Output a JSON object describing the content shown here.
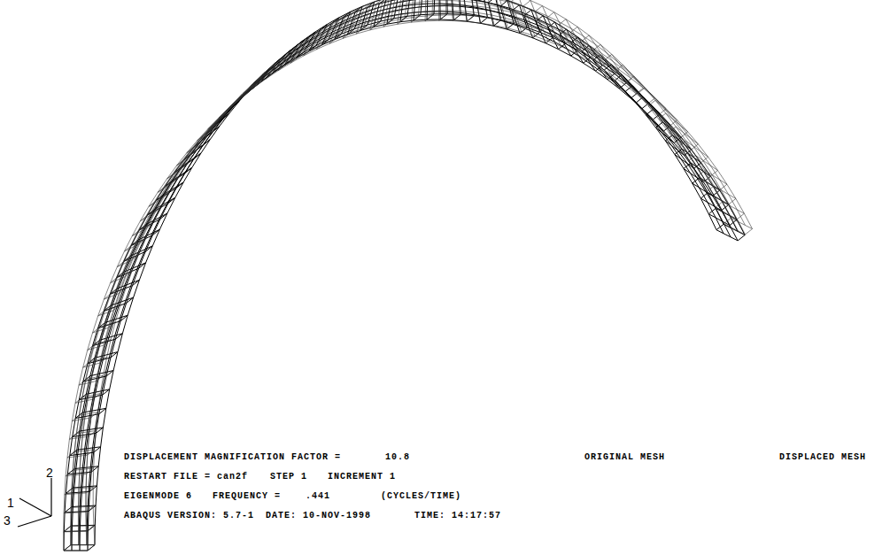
{
  "diagram": {
    "labels": [
      "DISPLACEMENT MAGNIFICATION FACTOR =",
      "10.8",
      "ORIGINAL MESH",
      "DISPLACED MESH",
      "RESTART FILE = can2f",
      "STEP 1",
      "INCREMENT 1",
      "EIGENMODE 6",
      "FREQUENCY =",
      ".441",
      "(CYCLES/TIME)",
      "ABAQUS VERSION: 5.7-1",
      "DATE: 10-NOV-1998",
      "TIME: 14:17:57",
      "1",
      "2",
      "3"
    ]
  }
}
